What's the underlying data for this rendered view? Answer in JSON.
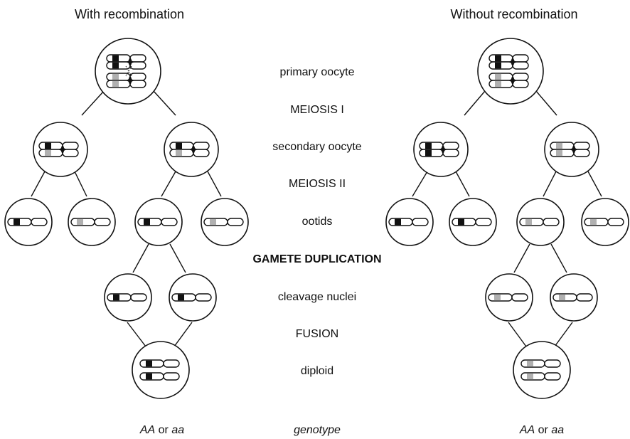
{
  "headings": {
    "left": "With recombination",
    "right": "Without recombination"
  },
  "stages": {
    "primary": "primary oocyte",
    "meiosis1": "MEIOSIS I",
    "secondary": "secondary oocyte",
    "meiosis2": "MEIOSIS II",
    "ootids": "ootids",
    "duplication": "GAMETE DUPLICATION",
    "cleavage": "cleavage nuclei",
    "fusion": "FUSION",
    "diploid": "diploid",
    "genotype": "genotype"
  },
  "genotypes": {
    "left": {
      "a": "AA",
      "or": "or",
      "b": "aa"
    },
    "right": {
      "a": "AA",
      "or": "or",
      "b": "aa"
    }
  },
  "colors": {
    "stroke": "#111111",
    "allele_dark": "#111111",
    "allele_light": "#b0b0b0"
  }
}
